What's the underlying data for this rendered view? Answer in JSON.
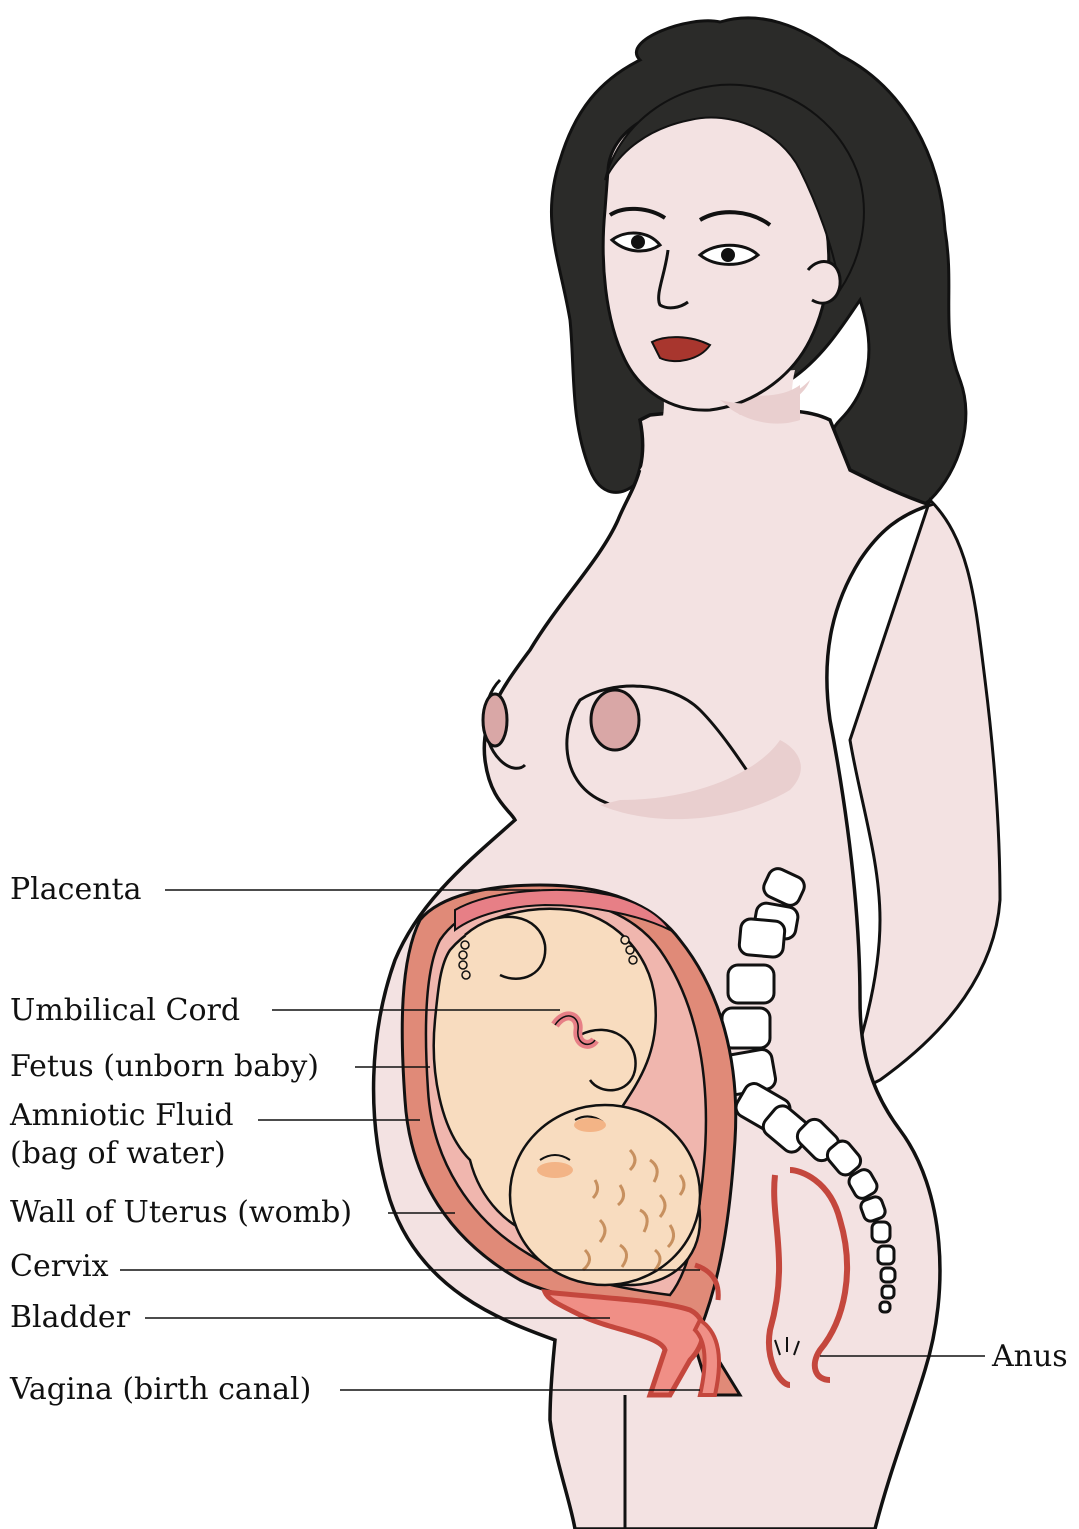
{
  "labels": {
    "placenta": "Placenta",
    "umbilical_cord": "Umbilical Cord",
    "fetus": "Fetus (unborn baby)",
    "amniotic_fluid_line1": "Amniotic Fluid",
    "amniotic_fluid_line2": "(bag of water)",
    "wall_of_uterus": "Wall of Uterus (womb)",
    "cervix": "Cervix",
    "bladder": "Bladder",
    "vagina": "Vagina (birth canal)",
    "anus": "Anus"
  },
  "colors": {
    "skin": "#f3e2e2",
    "skin_shadow": "#e9cfcf",
    "hair": "#2b2b29",
    "outline": "#111111",
    "uterus_wall": "#e08a78",
    "uterus_dark": "#c9574c",
    "amniotic_sac": "#f0b6ae",
    "placenta": "#e77f86",
    "fetus_skin": "#f8dcbf",
    "fetus_hair": "#c7905f",
    "lips": "#a8362e",
    "organ_red": "#c4473d",
    "organ_pink": "#f08f86",
    "spine_fill": "#ffffff"
  }
}
